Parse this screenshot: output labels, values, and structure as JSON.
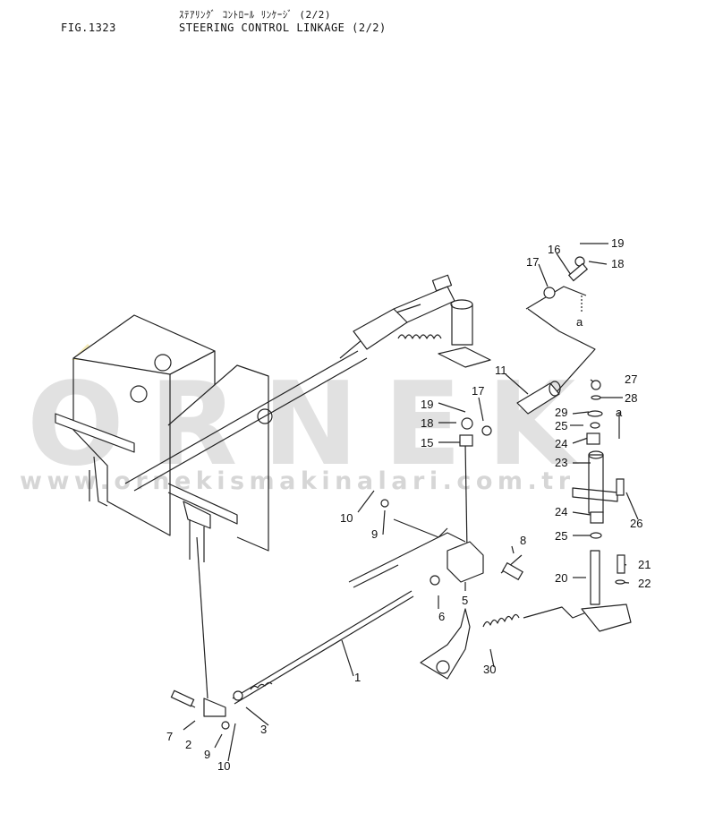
{
  "header": {
    "fig_number": "FIG.1323",
    "title_ja": "ｽﾃｱﾘﾝｸﾞ ｺﾝﾄﾛｰﾙ ﾘﾝｹｰｼﾞ (2/2)",
    "title_en": "STEERING CONTROL LINKAGE (2/2)"
  },
  "watermark": {
    "brand": "ORNEK",
    "url": "www.ornekismakinalari.com.tr",
    "color": "#d8d8d8"
  },
  "callouts": [
    {
      "id": "c19a",
      "text": "19"
    },
    {
      "id": "c16",
      "text": "16"
    },
    {
      "id": "c18a",
      "text": "18"
    },
    {
      "id": "c17a",
      "text": "17"
    },
    {
      "id": "ca1",
      "text": "a"
    },
    {
      "id": "c11",
      "text": "11"
    },
    {
      "id": "c17b",
      "text": "17"
    },
    {
      "id": "c19b",
      "text": "19"
    },
    {
      "id": "c18b",
      "text": "18"
    },
    {
      "id": "c15",
      "text": "15"
    },
    {
      "id": "c27",
      "text": "27"
    },
    {
      "id": "c28",
      "text": "28"
    },
    {
      "id": "c29",
      "text": "29"
    },
    {
      "id": "ca2",
      "text": "a"
    },
    {
      "id": "c25a",
      "text": "25"
    },
    {
      "id": "c24a",
      "text": "24"
    },
    {
      "id": "c23",
      "text": "23"
    },
    {
      "id": "c24b",
      "text": "24"
    },
    {
      "id": "c26",
      "text": "26"
    },
    {
      "id": "c25b",
      "text": "25"
    },
    {
      "id": "c10a",
      "text": "10"
    },
    {
      "id": "c9a",
      "text": "9"
    },
    {
      "id": "c8",
      "text": "8"
    },
    {
      "id": "c21",
      "text": "21"
    },
    {
      "id": "c20",
      "text": "20"
    },
    {
      "id": "c22",
      "text": "22"
    },
    {
      "id": "c5",
      "text": "5"
    },
    {
      "id": "c6",
      "text": "6"
    },
    {
      "id": "c1",
      "text": "1"
    },
    {
      "id": "c30",
      "text": "30"
    },
    {
      "id": "c7",
      "text": "7"
    },
    {
      "id": "c2",
      "text": "2"
    },
    {
      "id": "c3",
      "text": "3"
    },
    {
      "id": "c9b",
      "text": "9"
    },
    {
      "id": "c10b",
      "text": "10"
    }
  ]
}
